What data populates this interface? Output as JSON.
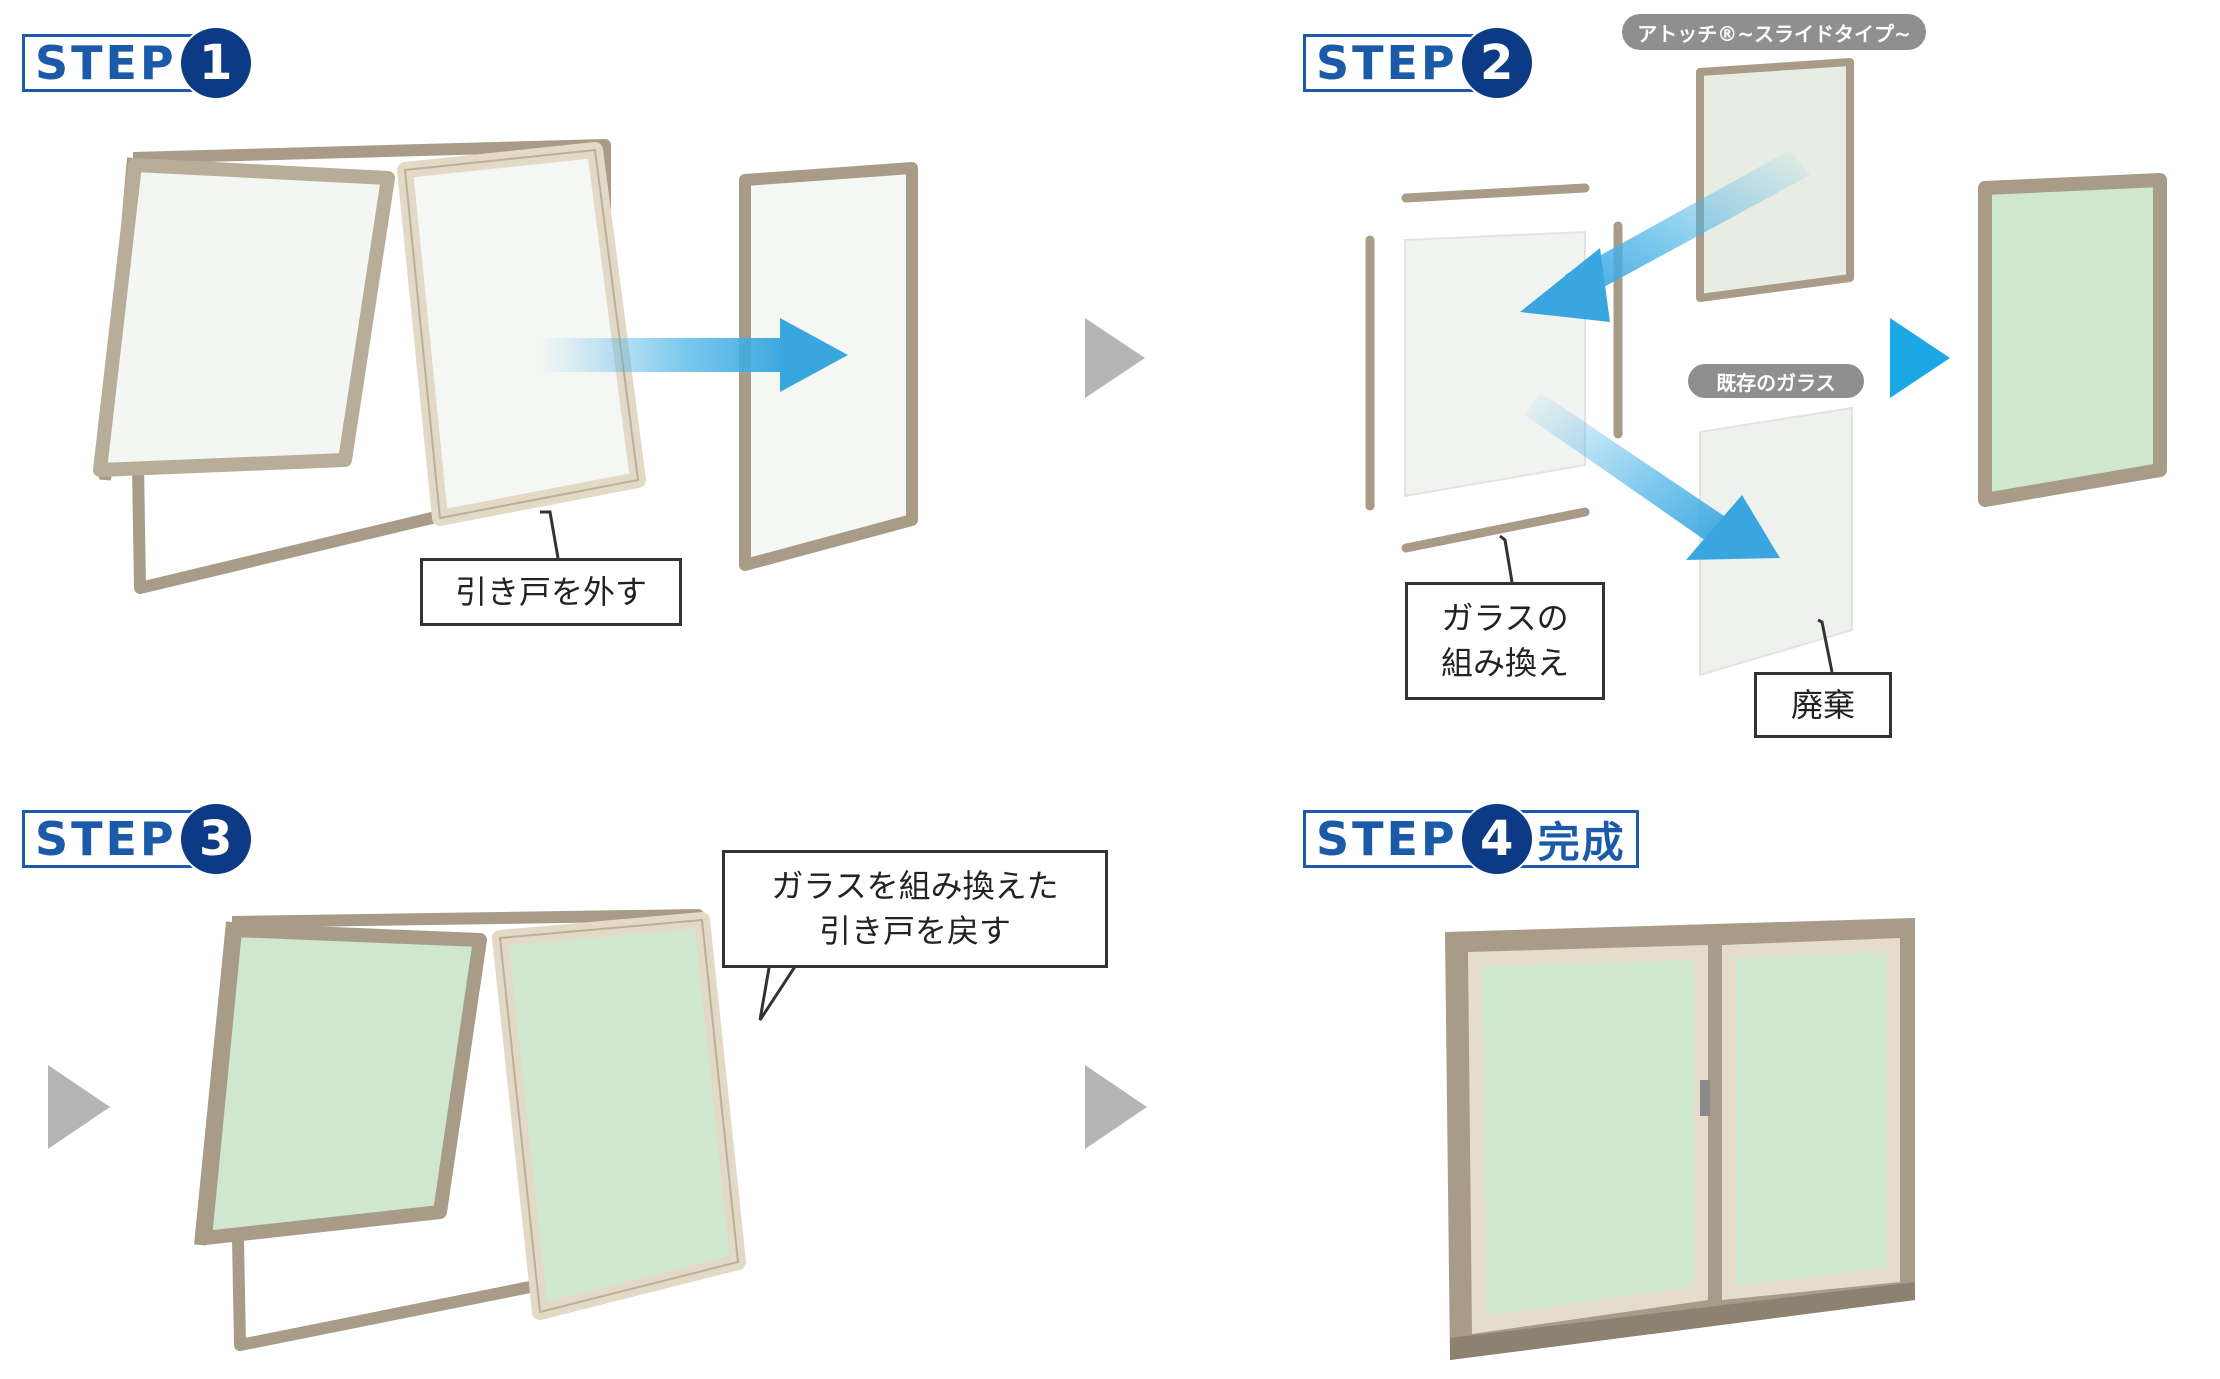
{
  "steps": [
    {
      "word": "STEP",
      "number": "1",
      "extra": ""
    },
    {
      "word": "STEP",
      "number": "2",
      "extra": ""
    },
    {
      "word": "STEP",
      "number": "3",
      "extra": ""
    },
    {
      "word": "STEP",
      "number": "4",
      "extra": "完成"
    }
  ],
  "labels": {
    "remove_door": "引き戸を外す",
    "reassemble_glass_line1": "ガラスの",
    "reassemble_glass_line2": "組み換え",
    "dispose": "廃棄",
    "return_door_line1": "ガラスを組み換えた",
    "return_door_line2": "引き戸を戻す",
    "product_tag": "アトッチ®~スライドタイプ~",
    "existing_glass_tag": "既存のガラス"
  },
  "colors": {
    "step_blue": "#1b5aa8",
    "step_circle": "#0d3a85",
    "arrow_blue": "#4ab3e6",
    "arrow_gray": "#b5b5b5",
    "frame_dark": "#a89c88",
    "frame_light": "#e6dccb",
    "glass_clear": "#f4f6f3",
    "glass_green": "#cfe6cf"
  }
}
